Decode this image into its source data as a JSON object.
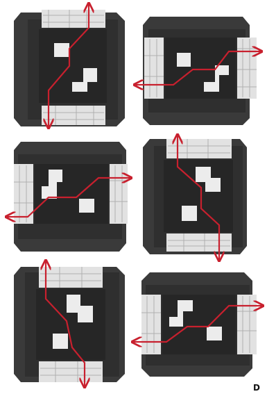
{
  "figure": {
    "panel_label": "D",
    "tile_count": 6,
    "colors": {
      "paper": "#3d3d3d",
      "paper_edge": "#2a2a2a",
      "inner": "#4a4a4a",
      "light_paper": "#e4e4e4",
      "arrow": "#c8202e"
    },
    "tiles": [
      {
        "name": "tile-top-left",
        "strip_orientation": "horizontal",
        "arrow_axis": "vertical"
      },
      {
        "name": "tile-top-right",
        "strip_orientation": "vertical",
        "arrow_axis": "horizontal"
      },
      {
        "name": "tile-middle-left",
        "strip_orientation": "vertical",
        "arrow_axis": "horizontal"
      },
      {
        "name": "tile-middle-right",
        "strip_orientation": "horizontal",
        "arrow_axis": "vertical"
      },
      {
        "name": "tile-bottom-left",
        "strip_orientation": "horizontal",
        "arrow_axis": "vertical"
      },
      {
        "name": "tile-bottom-right",
        "strip_orientation": "vertical",
        "arrow_axis": "horizontal"
      }
    ]
  }
}
